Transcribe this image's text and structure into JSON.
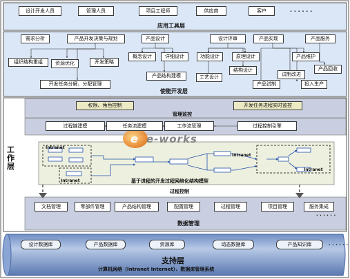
{
  "app_layer": {
    "title": "应用工具层",
    "users": [
      "设计开发人员",
      "管理人员",
      "项目工程师",
      "供应商",
      "客户"
    ],
    "more": "· · · · · ·"
  },
  "enabling_layer": {
    "title": "使能开发层",
    "items": [
      "需求分析",
      "产品开发决策与规划",
      "产品设计",
      "设计评审",
      "产品实现",
      "产品服务",
      "组织结构重组",
      "资源优化",
      "开发策略",
      "开发任务分解、分配管理",
      "概念设计",
      "详细设计",
      "产品结构建模",
      "功能设计",
      "原理设计",
      "结构设计",
      "工艺设计",
      "产品维护",
      "产品回收",
      "试制改进",
      "产品试制",
      "投入生产"
    ]
  },
  "work_layer": {
    "title": "工作层",
    "control_items": [
      "权限、角色控制",
      "开发任务进程实时监控"
    ],
    "monitor_title": "管理监控",
    "processes": [
      "过程链建模",
      "任务流建模",
      "工作流管理",
      "过程控制引擎"
    ],
    "intranet_label": "Intranet",
    "network_caption": "基于进程的开发过程网络化结构模型",
    "process_control_title": "过程控制",
    "data_items": [
      "文档管理",
      "零部件管理",
      "产品结构管理",
      "配置管理",
      "过程管理",
      "项目管理",
      "服务集成"
    ],
    "more": "· · · · · ·",
    "data_title": "数据管理"
  },
  "support_layer": {
    "title": "支持层",
    "databases": [
      "设计数据库",
      "产品数据库",
      "资源库",
      "动态数据库",
      "产品知识库"
    ],
    "more": "· · · · · ·",
    "subtitle": "计算机网络（Intranet Internet）、数据库管理系统"
  },
  "watermark": "e-works",
  "colors": {
    "panel_blue": "#dbe7f7",
    "panel_gray": "#c9cfe0",
    "net_blue": "#1f4fa8",
    "outline": "#333333"
  }
}
